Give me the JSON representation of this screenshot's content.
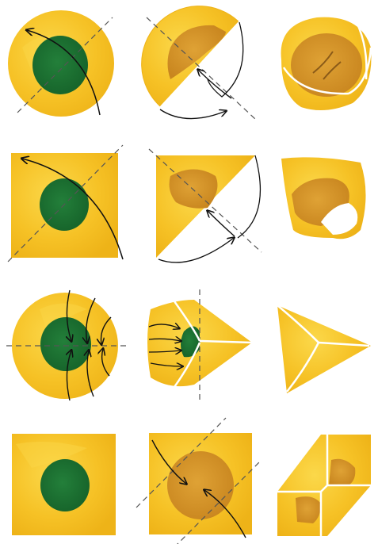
{
  "colors": {
    "paper_yellow": "#f6c226",
    "paper_yellow_light": "#fbd84a",
    "paper_yellow_deep": "#eeb318",
    "green_spot": "#1f7a36",
    "green_spot_dark": "#16632a",
    "ochre_spot": "#d99a2a",
    "ochre_spot_dark": "#c9861f",
    "line_black": "#111111",
    "fold_line_dash": "#555555",
    "crease_white": "#ffffff"
  },
  "rows": [
    {
      "row": 1,
      "start_shape": "circle",
      "fold": "diagonal-half",
      "result": "cupped-bowl"
    },
    {
      "row": 2,
      "start_shape": "square",
      "fold": "diagonal-half",
      "result": "cupped-cone"
    },
    {
      "row": 3,
      "start_shape": "circle",
      "fold": "three-way-pleat",
      "result": "triangular-pyramid"
    },
    {
      "row": 4,
      "start_shape": "square",
      "fold": "double-diagonal",
      "result": "twisted-box"
    }
  ]
}
